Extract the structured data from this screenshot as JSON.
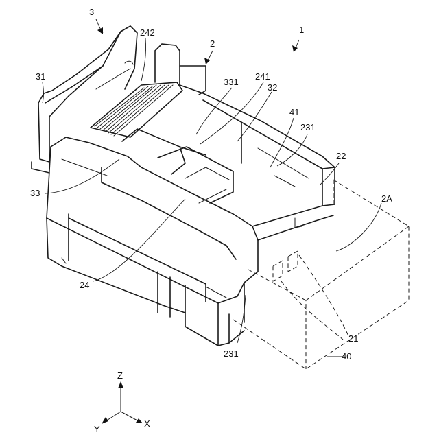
{
  "figure": {
    "ref_labels": {
      "l1": "1",
      "l2": "2",
      "l3": "3",
      "l31": "31",
      "l242": "242",
      "l331": "331",
      "l241": "241",
      "l32": "32",
      "l41": "41",
      "l231a": "231",
      "l22": "22",
      "l2A": "2A",
      "l33": "33",
      "l24": "24",
      "l21": "21",
      "l40": "40",
      "l231b": "231"
    },
    "axes": {
      "z": "Z",
      "y": "Y",
      "x": "X"
    }
  }
}
